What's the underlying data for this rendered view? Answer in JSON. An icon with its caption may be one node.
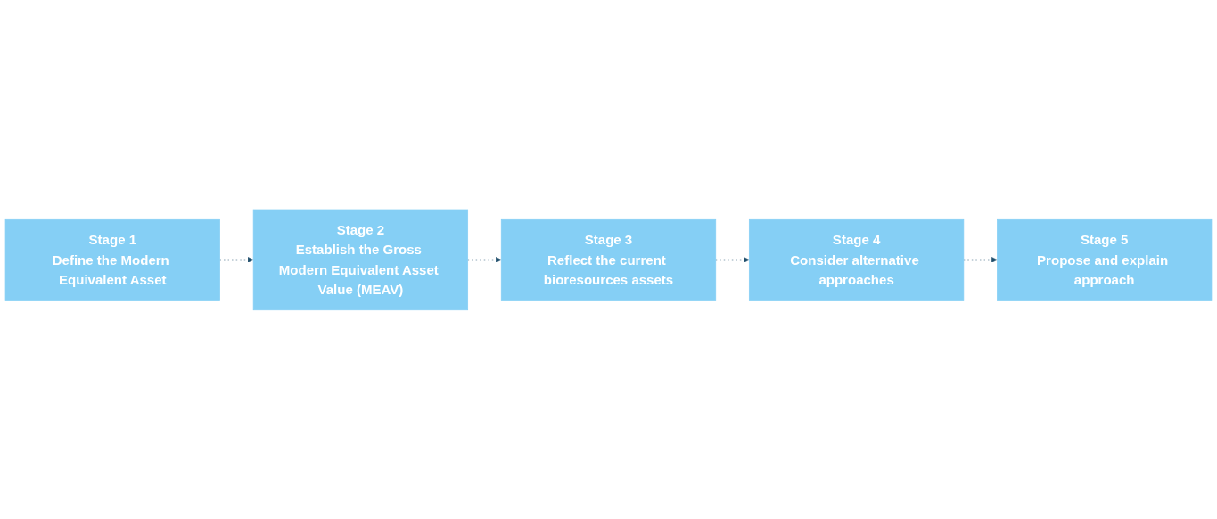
{
  "diagram": {
    "nodes": [
      {
        "text": [
          "Stage 1",
          "Define the Modern Equivalent Asset"
        ]
      },
      {
        "text": [
          "Stage 2",
          "Establish the Gross Modern Equivalent Asset Value (MEAV)"
        ]
      },
      {
        "text": [
          "Stage 3",
          "Reflect the current bioresources assets"
        ]
      },
      {
        "text": [
          "Stage 4",
          "Consider alternative approaches"
        ]
      },
      {
        "text": [
          "Stage 5",
          "Propose and explain approach"
        ]
      }
    ],
    "edges": [
      {
        "from": 0,
        "to": 1,
        "arrow": "to",
        "style": "dashed"
      },
      {
        "from": 1,
        "to": 2,
        "arrow": "to",
        "style": "dashed"
      },
      {
        "from": 2,
        "to": 3,
        "arrow": "to",
        "style": "dashed"
      },
      {
        "from": 3,
        "to": 4,
        "arrow": "to",
        "style": "dashed"
      }
    ]
  }
}
